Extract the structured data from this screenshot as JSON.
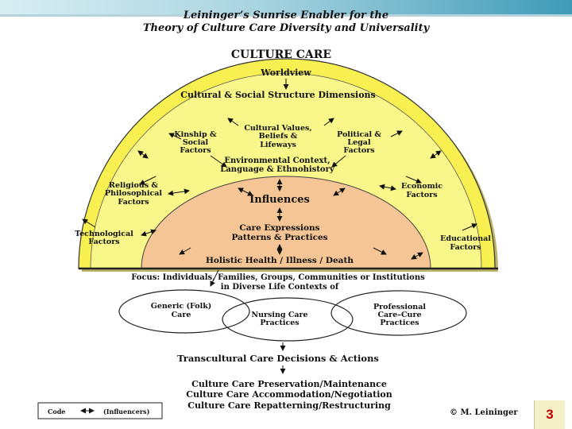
{
  "title": {
    "line1": "Leininger’s Sunrise Enabler for the",
    "line2": "Theory of Culture Care Diversity and Universality"
  },
  "header": "CULTURE CARE",
  "worldview": "Worldview",
  "dimensions": "Cultural & Social Structure Dimensions",
  "factors": {
    "kinship": [
      "Kinship &",
      "Social",
      "Factors"
    ],
    "cultural_values": [
      "Cultural Values,",
      "Beliefs &",
      "Lifeways"
    ],
    "political": [
      "Political &",
      "Legal",
      "Factors"
    ],
    "religious": [
      "Religious &",
      "Philosophical",
      "Factors"
    ],
    "economic": [
      "Economic",
      "Factors"
    ],
    "technological": [
      "Technological",
      "Factors"
    ],
    "educational": [
      "Educational",
      "Factors"
    ]
  },
  "environmental": [
    "Environmental Context,",
    "Language & Ethnohistory"
  ],
  "influences": "Influences",
  "care_expressions": [
    "Care Expressions",
    "Patterns & Practices"
  ],
  "holistic": "Holistic Health / Illness / Death",
  "focus": [
    "Focus:  Individuals, Families, Groups, Communities or Institutions",
    "in Diverse Life Contexts of"
  ],
  "circles": {
    "generic": [
      "Generic (Folk)",
      "Care"
    ],
    "nursing": [
      "Nursing Care",
      "Practices"
    ],
    "professional": [
      "Professional",
      "Care–Cure",
      "Practices"
    ]
  },
  "decisions": "Transcultural Care Decisions & Actions",
  "actions": [
    "Culture Care Preservation/Maintenance",
    "Culture Care Accommodation/Negotiation",
    "Culture Care Repatterning/Restructuring"
  ],
  "code": {
    "label": "Code",
    "text": "(Influencers)"
  },
  "copyright": "© M. Leininger",
  "page_number": "3",
  "colors": {
    "outer_yellow": "#f7f050",
    "inner_yellow": "#f9f68a",
    "core_peach": "#f5c596",
    "accent": "#3f9bb8"
  }
}
